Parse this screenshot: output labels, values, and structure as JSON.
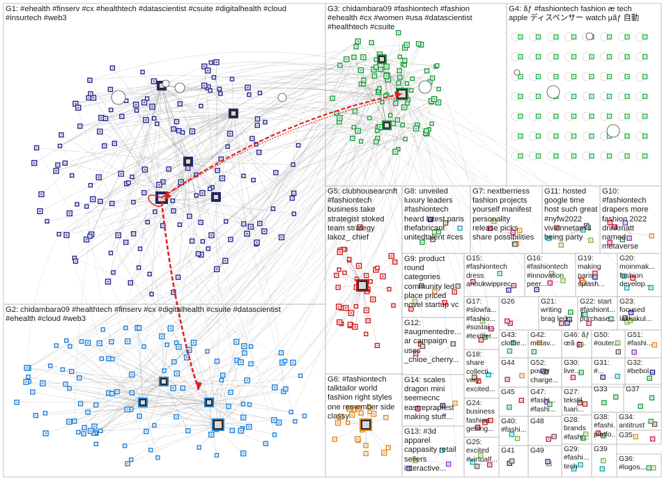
{
  "colors": {
    "g1_node": "#23268c",
    "g2_node": "#1e7fd6",
    "g3_node": "#1c9a3e",
    "g4_node": "#2bb04a",
    "g5_node": "#d01a1a",
    "g6_node": "#e08a16",
    "edge": "#8a8a8a",
    "cross_edge": "#e02020",
    "box_border": "#b5b5b5"
  },
  "groups": [
    {
      "id": "G1",
      "label": "G1: #ehealth #finserv #cx #healthtech #datascientist #csuite #digitalhealth #cloud\n#insurtech #web3"
    },
    {
      "id": "G2",
      "label": "G2: chidambara09 #healthtech #finserv #cx #digitalhealth #csuite #datascientist\n#ehealth #cloud #web3"
    },
    {
      "id": "G3",
      "label": "G3: chidambara09 #fashiontech #fashion\n#ehealth #cx #women #usa #datascientist\n#healthtech #csuite"
    },
    {
      "id": "G4",
      "label": "G4: ãƒ #fashiontech fashion æ tech\napple ディスペンサー watch µãƒ 自動"
    },
    {
      "id": "G5",
      "label": "G5: clubhousearcnft\n#fashiontech\nbusiness take\nstrategist stoked\nteam strategy\nlakoz_ chief"
    },
    {
      "id": "G6",
      "label": "G6: #fashiontech\ntalktailor world\nfashion right styles\none remember side\nclassy"
    },
    {
      "id": "G7",
      "label": "G7: nextberriess\nfashion projects\nyourself manifest\npersonality\nrelease picks\nshare possibilities"
    },
    {
      "id": "G8",
      "label": "G8: unveiled\nluxury leaders\n#fashiontech\nheard latest paris\nthefabricant\nunitedtalent #ces"
    },
    {
      "id": "G9",
      "label": "G9: product\nround\ncategories\ncommunity led\nplace priced\nnovel startup vc"
    },
    {
      "id": "G10",
      "label": "G10:\n#fashiontech\ndrapers more\nfashion 2022\ndrinkmatt\nnamed\nmetaverse"
    },
    {
      "id": "G11",
      "label": "G11: hosted\ngoogle time\nhost such great\n#nyfw2022\nviviennetam's\nbeing party"
    },
    {
      "id": "G12",
      "label": "G12:\n#augmentedre...\nar campaign\nuses\n_chloe_cherry..."
    },
    {
      "id": "G13",
      "label": "G13: #3d\napparel\ncappasity retail\nsellers\ninteractive..."
    },
    {
      "id": "G14",
      "label": "G14: scales\ndragon mini\nseemecnc\neastreprapfest\nmaking stuff..."
    },
    {
      "id": "G15",
      "label": "G15:\n#fashiontech\ndress\nanoukwipprec..."
    },
    {
      "id": "G16",
      "label": "G16:\n#fashiontech\n#innovation\npeer..."
    },
    {
      "id": "G17",
      "label": "G17:\n#slowfa...\n#fashio...\n#sustai...\n#textiler..."
    },
    {
      "id": "G18",
      "label": "G18:\nshare\ncollecti...\nvery\nexcited..."
    },
    {
      "id": "G19",
      "label": "G19:\nmaking\nparis\nsplash..."
    },
    {
      "id": "G20",
      "label": "G20:\nmoinmak...\nfashion\ndevelop..."
    },
    {
      "id": "G21",
      "label": "G21:\nwriting\nbrag led..."
    },
    {
      "id": "G22",
      "label": "G22: start\n#fashiont...\npurchase..."
    },
    {
      "id": "G23",
      "label": "G23:\nfocused\nlakkakul..."
    },
    {
      "id": "G24",
      "label": "G24:\nbusiness\nfashion\ngetting..."
    },
    {
      "id": "G25",
      "label": "G25:\nexcited\n#virtualf..."
    },
    {
      "id": "G26",
      "label": "G26"
    },
    {
      "id": "G27",
      "label": "G27:\ntekstil\nfuari..."
    },
    {
      "id": "G28",
      "label": "G28:\nbrands\n#fashi..."
    },
    {
      "id": "G29",
      "label": "G29:\n#fashi...\ntech"
    },
    {
      "id": "G30",
      "label": "G30:\nlive..."
    },
    {
      "id": "G31",
      "label": "G31:\n#..."
    },
    {
      "id": "G32",
      "label": "G32:\n#bebol..."
    },
    {
      "id": "G33",
      "label": "G33"
    },
    {
      "id": "G34",
      "label": "G34:\nantitrust"
    },
    {
      "id": "G35",
      "label": "G35"
    },
    {
      "id": "G36",
      "label": "G36:\n#logos..."
    },
    {
      "id": "G37",
      "label": "G37"
    },
    {
      "id": "G38",
      "label": "G38:\n#fashi...\nplatfo..."
    },
    {
      "id": "G39",
      "label": "G39"
    },
    {
      "id": "G40",
      "label": "G40:\n#fashi..."
    },
    {
      "id": "G41",
      "label": "G41"
    },
    {
      "id": "G42",
      "label": "G42:\nmetav..."
    },
    {
      "id": "G43",
      "label": "G43:\nclothe..."
    },
    {
      "id": "G44",
      "label": "G44"
    },
    {
      "id": "G45",
      "label": "G45"
    },
    {
      "id": "G46",
      "label": "G46: ãƒ\nœã ç..."
    },
    {
      "id": "G47",
      "label": "G47:\n#fashi...\n#fashi..."
    },
    {
      "id": "G48",
      "label": "G48"
    },
    {
      "id": "G49",
      "label": "G49"
    },
    {
      "id": "G50",
      "label": "G50:\n#outer..."
    },
    {
      "id": "G51",
      "label": "G51:\n#fashi..."
    },
    {
      "id": "G52",
      "label": "G52:\npower\ncharge..."
    }
  ]
}
